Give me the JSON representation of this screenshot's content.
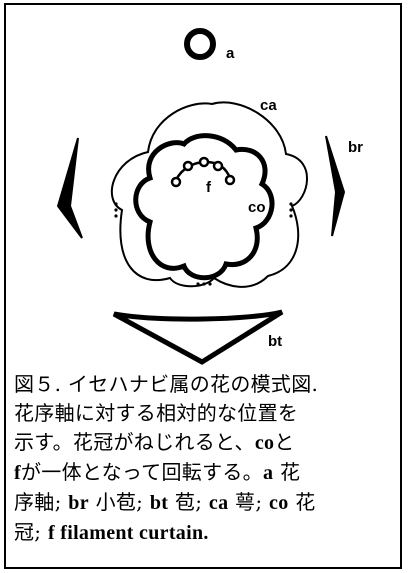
{
  "labels": {
    "a": "a",
    "ca": "ca",
    "br": "br",
    "f": "f",
    "co": "co",
    "bt": "bt"
  },
  "caption": {
    "line1": "図５. イセハナビ属の花の模式図.",
    "line2": "花序軸に対する相対的な位置を",
    "line3_pre": "示す。花冠がねじれると、",
    "line3_co": "co",
    "line3_post": "と",
    "line4_f": "f",
    "line4_mid": "が一体となって回転する。",
    "line4_a": "a",
    "line4_post": " 花",
    "line5_pre": "序軸; ",
    "line5_br": "br",
    "line5_mid1": " 小苞; ",
    "line5_bt": "bt",
    "line5_mid2": " 苞;  ",
    "line5_ca": "ca",
    "line5_mid3": " 萼; ",
    "line5_co": "co",
    "line5_post": " 花",
    "line6_pre": "冠; ",
    "line6_f": "f filament curtain."
  }
}
